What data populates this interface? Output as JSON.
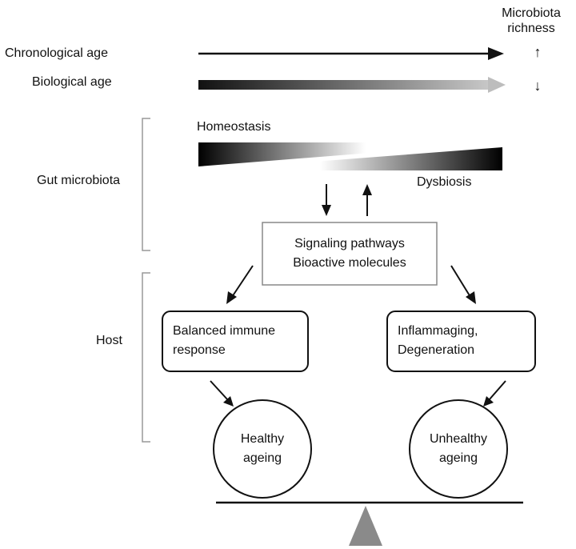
{
  "rows": {
    "chronological_age": "Chronological age",
    "biological_age": "Biological age"
  },
  "richness": {
    "title_line1": "Microbiota",
    "title_line2": "richness",
    "up_arrow": "↑",
    "down_arrow": "↓"
  },
  "gut_microbiota": {
    "label": "Gut microbiota",
    "homeostasis": "Homeostasis",
    "dysbiosis": "Dysbiosis"
  },
  "signaling": {
    "line1": "Signaling pathways",
    "line2": "Bioactive molecules"
  },
  "host": {
    "label": "Host",
    "left_box_line1": "Balanced immune",
    "left_box_line2": "response",
    "right_box_line1": "Inflammaging,",
    "right_box_line2": "Degeneration"
  },
  "outcomes": {
    "healthy_line1": "Healthy",
    "healthy_line2": "ageing",
    "unhealthy_line1": "Unhealthy",
    "unhealthy_line2": "ageing"
  },
  "colors": {
    "line": "#111111",
    "box_border": "#888888",
    "fulcrum": "#8a8a8a"
  }
}
